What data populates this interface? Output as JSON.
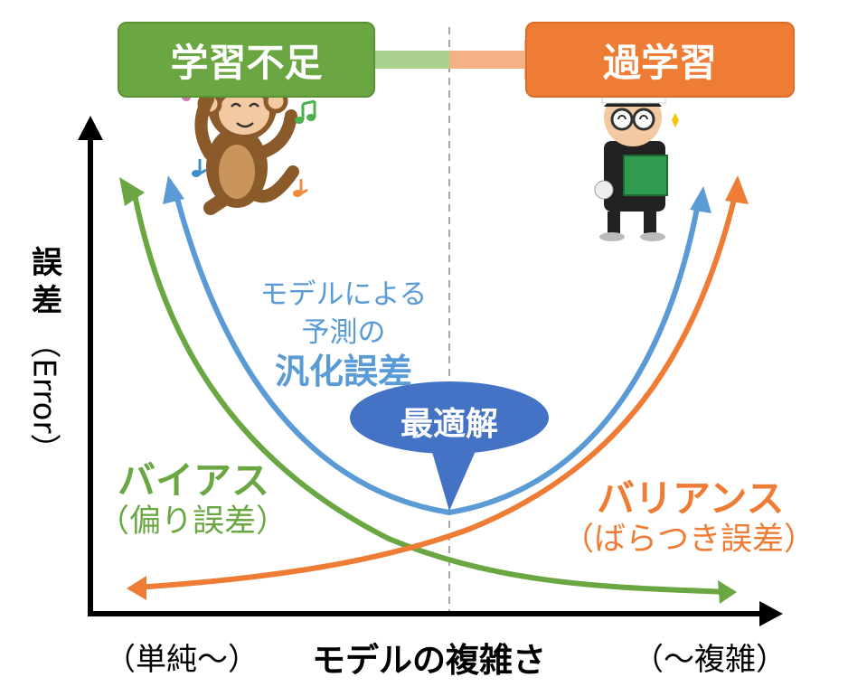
{
  "top_boxes": {
    "underfitting": "学習不足",
    "overfitting": "過学習"
  },
  "y_axis": {
    "label_chars": [
      "誤",
      "差"
    ],
    "label_suffix": "（Error）"
  },
  "x_axis": {
    "left": "（単純～）",
    "center": "モデルの複雑さ",
    "right": "（～複雑）"
  },
  "generalization": {
    "line1": "モデルによる",
    "line2": "予測の",
    "line3": "汎化誤差"
  },
  "optimum": "最適解",
  "bias": {
    "title": "バイアス",
    "subtitle": "（偏り誤差）"
  },
  "variance": {
    "title": "バリアンス",
    "subtitle": "（ばらつき誤差）"
  },
  "colors": {
    "green": "#6aa742",
    "orange": "#ee7c34",
    "blue": "#5b9bd5",
    "bubble": "#4472c4",
    "axis": "#000000"
  },
  "icons": [
    "monkey-illustration",
    "music-note-icon",
    "student-illustration"
  ]
}
